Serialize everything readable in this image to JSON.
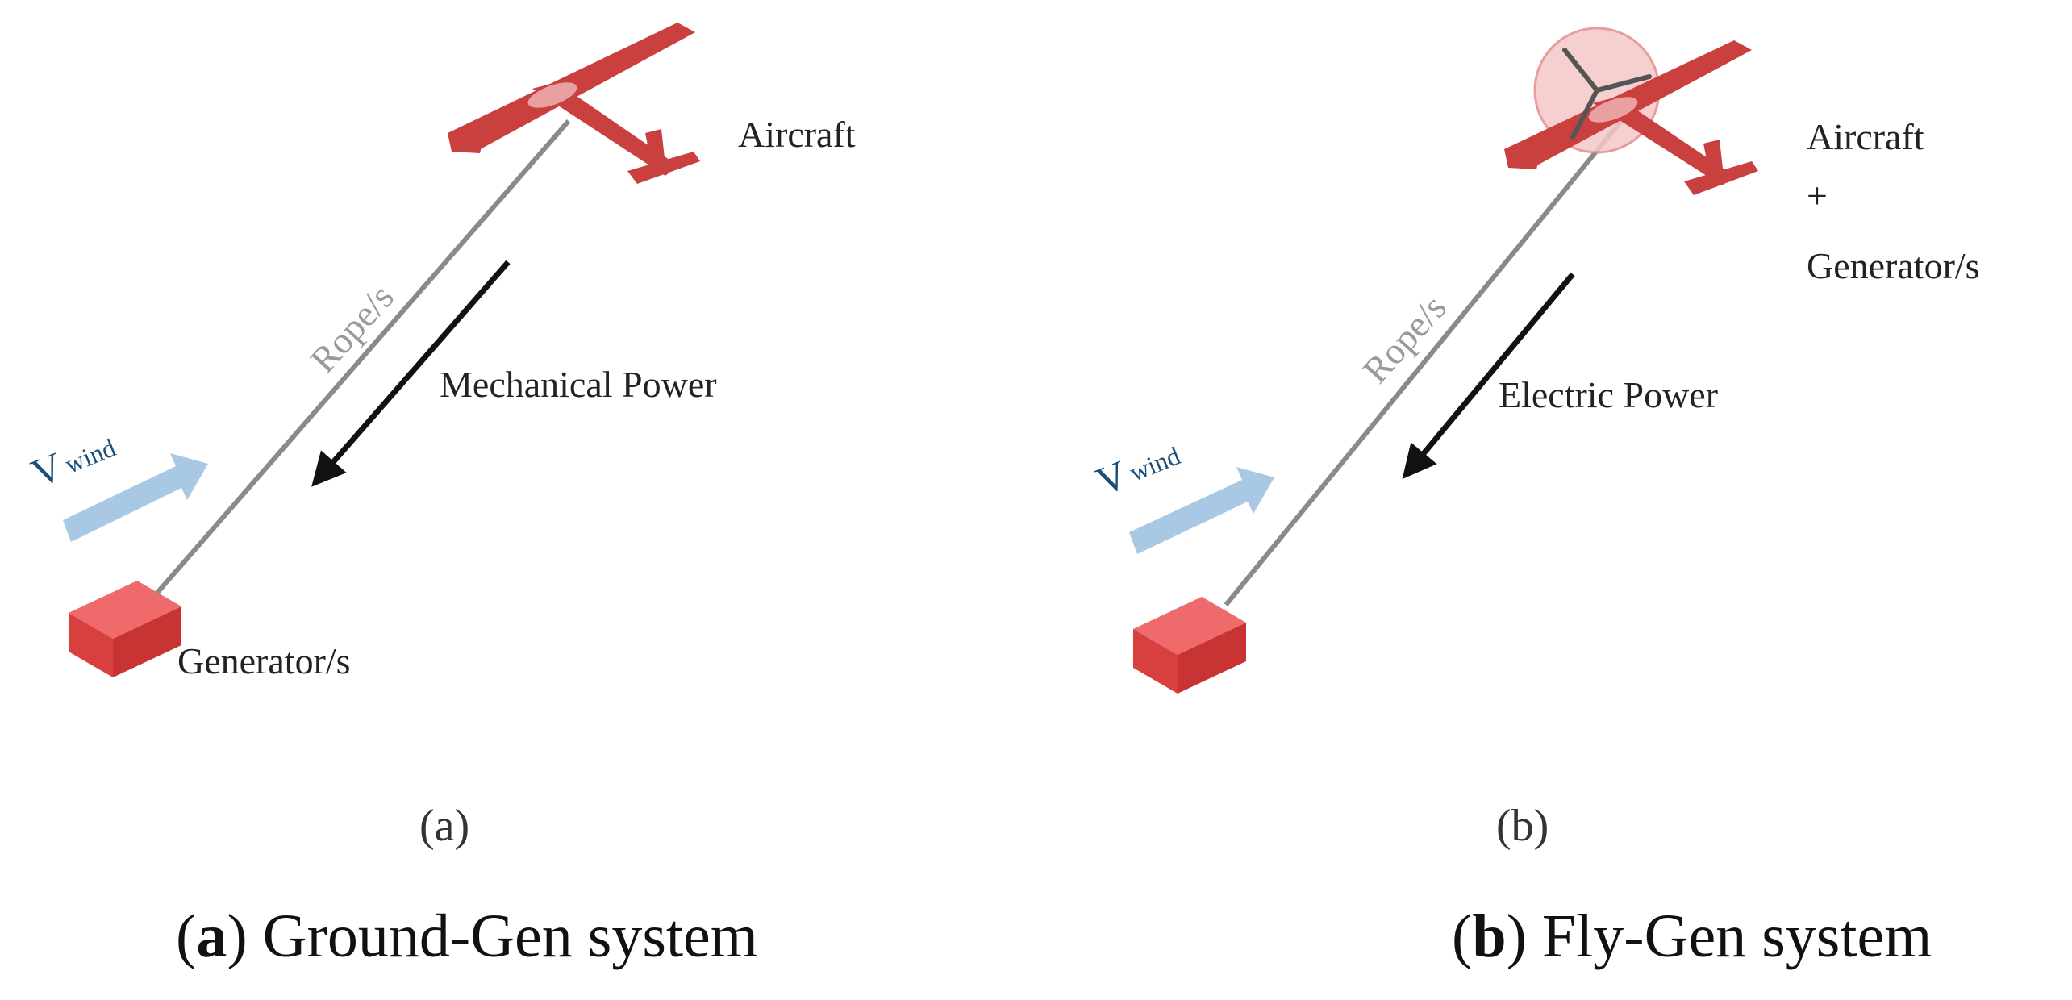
{
  "panel_a": {
    "aircraft_label": "Aircraft",
    "rope_label": "Rope/s",
    "power_label": "Mechanical Power",
    "wind_label_main": "V",
    "wind_label_sub": "wind",
    "generator_label": "Generator/s",
    "sub_label": "(a)",
    "caption_letter": "a",
    "caption_text": "Ground-Gen system"
  },
  "panel_b": {
    "aircraft_label_line1": "Aircraft",
    "aircraft_label_line2": "+",
    "aircraft_label_line3": "Generator/s",
    "rope_label": "Rope/s",
    "power_label": "Electric Power",
    "wind_label_main": "V",
    "wind_label_sub": "wind",
    "sub_label": "(b)",
    "caption_letter": "b",
    "caption_text": "Fly-Gen system"
  },
  "colors": {
    "aircraft": "#c9403f",
    "generator": "#e04a4a",
    "rope": "#8a8a8a",
    "wind_arrow": "#a9c8e4",
    "power_arrow": "#111111"
  }
}
